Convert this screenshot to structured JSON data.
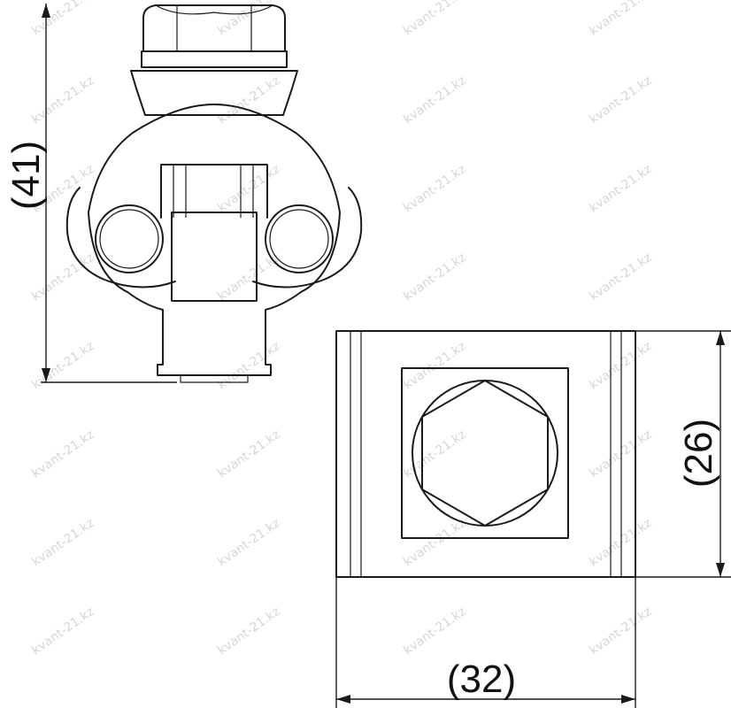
{
  "dimensions": {
    "height_label": "(41)",
    "width_label": "(32)",
    "depth_label": "(26)"
  },
  "watermark": {
    "text": "kvant-21.kz",
    "color": "#d6d6d6"
  },
  "colors": {
    "line": "#1a1a1a",
    "background": "#ffffff"
  }
}
